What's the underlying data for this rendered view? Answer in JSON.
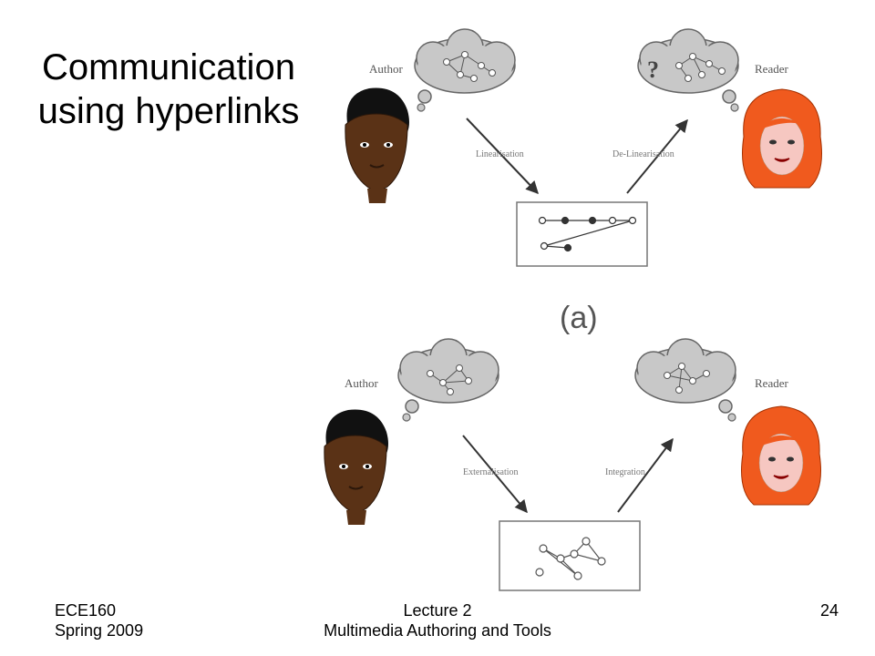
{
  "slide": {
    "title": "Communication using hyperlinks"
  },
  "diagram_a": {
    "author_label": "Author",
    "reader_label": "Reader",
    "question_mark": "?",
    "left_arrow_label": "Linearisation",
    "right_arrow_label": "De-Linearisation",
    "panel_label": "(a)"
  },
  "diagram_b": {
    "author_label": "Author",
    "reader_label": "Reader",
    "left_arrow_label": "Externalisation",
    "right_arrow_label": "Integration"
  },
  "footer": {
    "course": "ECE160",
    "term": "Spring 2009",
    "lecture": "Lecture 2",
    "lecture_title": "Multimedia Authoring and Tools",
    "page_number": "24"
  }
}
